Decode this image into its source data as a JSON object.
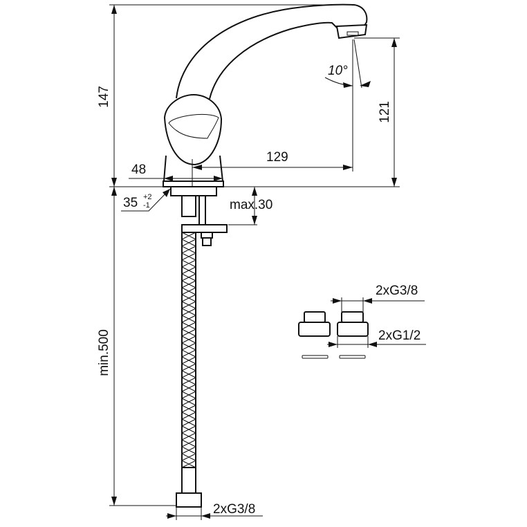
{
  "dimensions": {
    "total_height": "147",
    "spout_height": "121",
    "reach": "129",
    "base_diameter": "48",
    "hole_diameter": "35",
    "hole_tol_plus": "+2",
    "hole_tol_minus": "-1",
    "max_thickness": "max.30",
    "hose_length": "min.500",
    "hose_thread": "2xG3/8",
    "angle": "10°",
    "adapter_thread_small": "2xG3/8",
    "adapter_thread_large": "2xG1/2"
  }
}
